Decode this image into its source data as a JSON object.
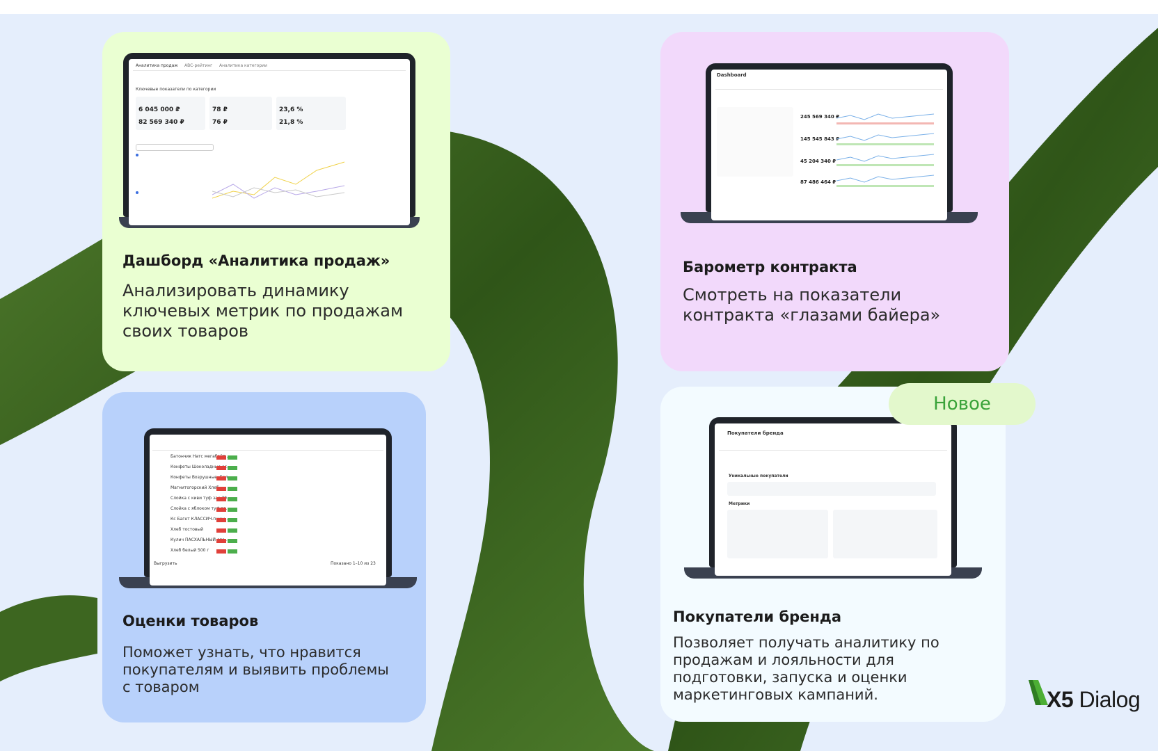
{
  "cards": {
    "sales": {
      "title": "Дашборд «Аналитика продаж»",
      "desc": "Анализировать динамику ключевых метрик по продажам своих товаров",
      "screen": {
        "tabs": [
          "Аналитика продаж",
          "ABC-рейтинг",
          "Аналитика категории"
        ],
        "section": "Ключевые показатели по категории",
        "kpi1": "6 045 000 ₽",
        "kpi2": "82 569 340 ₽",
        "kpi3": "78 ₽",
        "kpi4": "76 ₽",
        "kpi5": "23,6 %",
        "kpi6": "21,8 %"
      }
    },
    "barometer": {
      "title": "Барометр контракта",
      "desc": "Смотреть на показатели контракта «глазами байера»",
      "screen": {
        "heading": "Dashboard",
        "v1": "245 569 340 ₽",
        "v2": "145 545 843 ₽",
        "v3": "45 204 340 ₽",
        "v4": "87 486 464 ₽"
      }
    },
    "ratings": {
      "title": "Оценки товаров",
      "desc": "Поможет узнать, что нравится покупателям и выявить проблемы с товаром",
      "screen": {
        "rows": [
          "Батончик Натс мегабайт...",
          "Конфеты Шоколадные ас...",
          "Конфеты Возрушные, Бел...",
          "Магнитогорский Хлеб",
          "Слойка с киви туф зак 70...",
          "Слойка с яблоком туф за...",
          "Кс Багет КЛАССИЧ.пшен...",
          "Хлеб тостовый",
          "Кулич ПАСХАЛЬНЫЙ сдо...",
          "Хлеб белый 500 г"
        ],
        "footer_left": "Выгрузить",
        "footer_right": "Показано 1–10 из 23"
      }
    },
    "buyers": {
      "title": "Покупатели бренда",
      "desc": "Позволяет получать аналитику по продажам и лояльности для подготовки, запуска и оценки маркетинговых кампаний.",
      "screen": {
        "heading": "Покупатели бренда",
        "section1": "Уникальные покупатели",
        "section2": "Метрики"
      }
    }
  },
  "badge": "Новое",
  "logo": {
    "bold": "X5",
    "rest": " Dialog"
  }
}
